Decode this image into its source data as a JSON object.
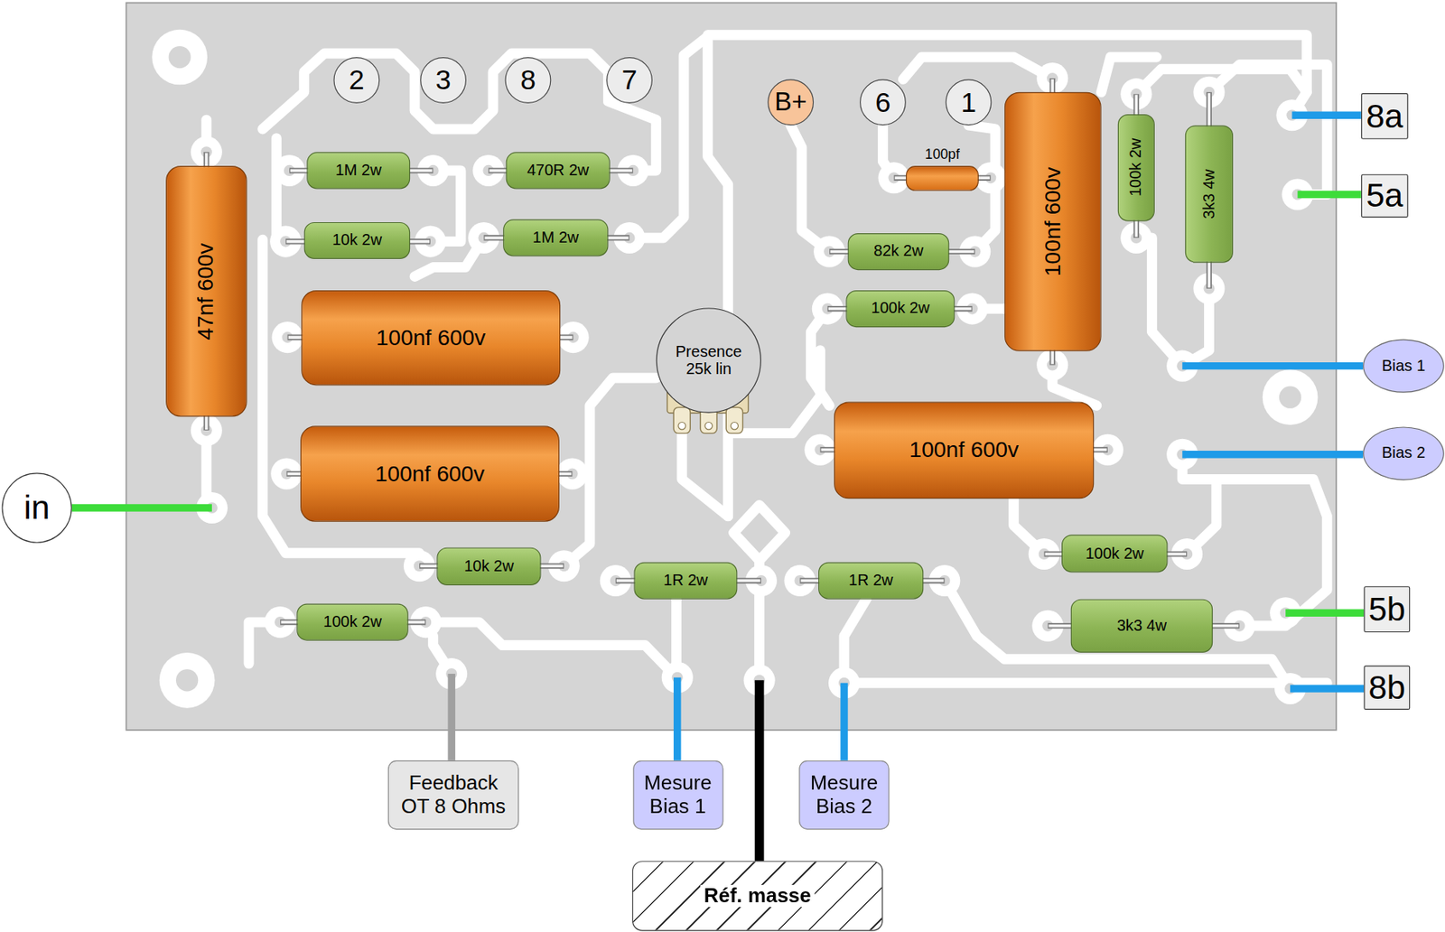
{
  "diagram": {
    "nodes": [
      {
        "text": [
          "2"
        ]
      },
      {
        "text": [
          "3"
        ]
      },
      {
        "text": [
          "8"
        ]
      },
      {
        "text": [
          "7"
        ]
      },
      {
        "text": [
          "B+"
        ]
      },
      {
        "text": [
          "6"
        ]
      },
      {
        "text": [
          "1"
        ]
      },
      {
        "text": [
          "8a"
        ]
      },
      {
        "text": [
          "1M 2w"
        ]
      },
      {
        "text": [
          "470R 2w"
        ]
      },
      {
        "text": [
          "100pf"
        ]
      },
      {
        "text": [
          "100nf 600v"
        ]
      },
      {
        "text": [
          "100k 2w"
        ]
      },
      {
        "text": [
          "3k3 4w"
        ]
      },
      {
        "text": [
          "5a"
        ]
      },
      {
        "text": [
          "47nf 600v"
        ]
      },
      {
        "text": [
          "10k 2w"
        ]
      },
      {
        "text": [
          "1M 2w"
        ]
      },
      {
        "text": [
          "82k 2w"
        ]
      },
      {
        "text": [
          "100k 2w"
        ]
      },
      {
        "text": [
          "100nf 600v"
        ]
      },
      {
        "text": [
          "Presence 25k lin"
        ]
      },
      {
        "text": [
          "Bias 1"
        ]
      },
      {
        "text": [
          "100nf 600v"
        ]
      },
      {
        "text": [
          "Bias 2"
        ]
      },
      {
        "text": [
          "in"
        ]
      },
      {
        "text": [
          "100nf 600v"
        ]
      },
      {
        "text": [
          "10k 2w"
        ]
      },
      {
        "text": [
          "1R 2w"
        ]
      },
      {
        "text": [
          "1R 2w"
        ]
      },
      {
        "text": [
          "100k 2w"
        ]
      },
      {
        "text": [
          "5b"
        ]
      },
      {
        "text": [
          "3k3 4w"
        ]
      },
      {
        "text": [
          "100k 2w"
        ]
      },
      {
        "text": [
          "8b"
        ]
      },
      {
        "text": [
          "Feedback OT 8 Ohms"
        ]
      },
      {
        "text": [
          "Mesure Bias 1"
        ]
      },
      {
        "text": [
          "Mesure Bias 2"
        ]
      },
      {
        "text": [
          "Réf. masse"
        ]
      }
    ]
  }
}
